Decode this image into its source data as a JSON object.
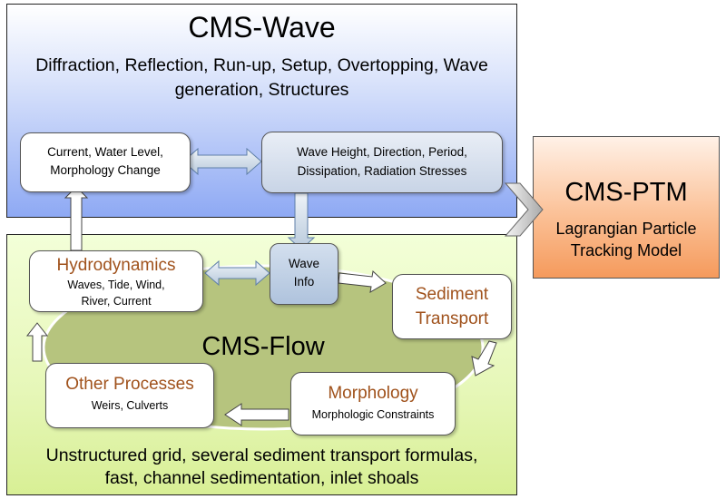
{
  "wave": {
    "title": "CMS-Wave",
    "subtitle_line1": "Diffraction, Reflection, Run-up, Setup, Overtopping, Wave",
    "subtitle_line2": "generation, Structures",
    "box_left_line1": "Current, Water Level,",
    "box_left_line2": "Morphology Change",
    "box_right_line1": "Wave Height, Direction, Period,",
    "box_right_line2": "Dissipation, Radiation Stresses"
  },
  "flow": {
    "title": "CMS-Flow",
    "wave_info_line1": "Wave",
    "wave_info_line2": "Info",
    "hydro_title": "Hydrodynamics",
    "hydro_line1": "Waves, Tide, Wind,",
    "hydro_line2": "River, Current",
    "sediment_line1": "Sediment",
    "sediment_line2": "Transport",
    "other_title": "Other Processes",
    "other_sub": "Weirs, Culverts",
    "morph_title": "Morphology",
    "morph_sub": "Morphologic Constraints",
    "footer_line1": "Unstructured grid, several sediment transport formulas,",
    "footer_line2": "fast, channel sedimentation, inlet shoals"
  },
  "ptm": {
    "title": "CMS-PTM",
    "line1": "Lagrangian Particle",
    "line2": "Tracking Model"
  },
  "colors": {
    "accent_text": "#a0521c",
    "wave_panel": "#8ea9f4",
    "flow_panel": "#d8ef95",
    "ptm_panel": "#f59a5c",
    "ellipse": "#b6c47e"
  }
}
